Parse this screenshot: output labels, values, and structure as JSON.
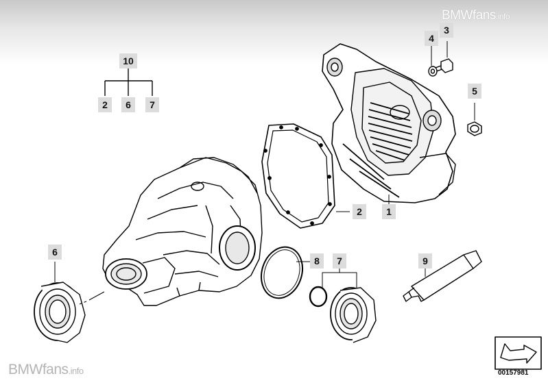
{
  "watermark_top": {
    "brand": "BMWfans",
    "suffix": ".info"
  },
  "watermark_bottom": {
    "brand": "BMWfans",
    "suffix": ".info"
  },
  "callouts": {
    "c10": "10",
    "c2_group": "2",
    "c6_group": "6",
    "c7_group": "7",
    "c4": "4",
    "c3": "3",
    "c5": "5",
    "c2": "2",
    "c1": "1",
    "c6": "6",
    "c8": "8",
    "c7": "7",
    "c9": "9"
  },
  "diagram_number": "00157981"
}
